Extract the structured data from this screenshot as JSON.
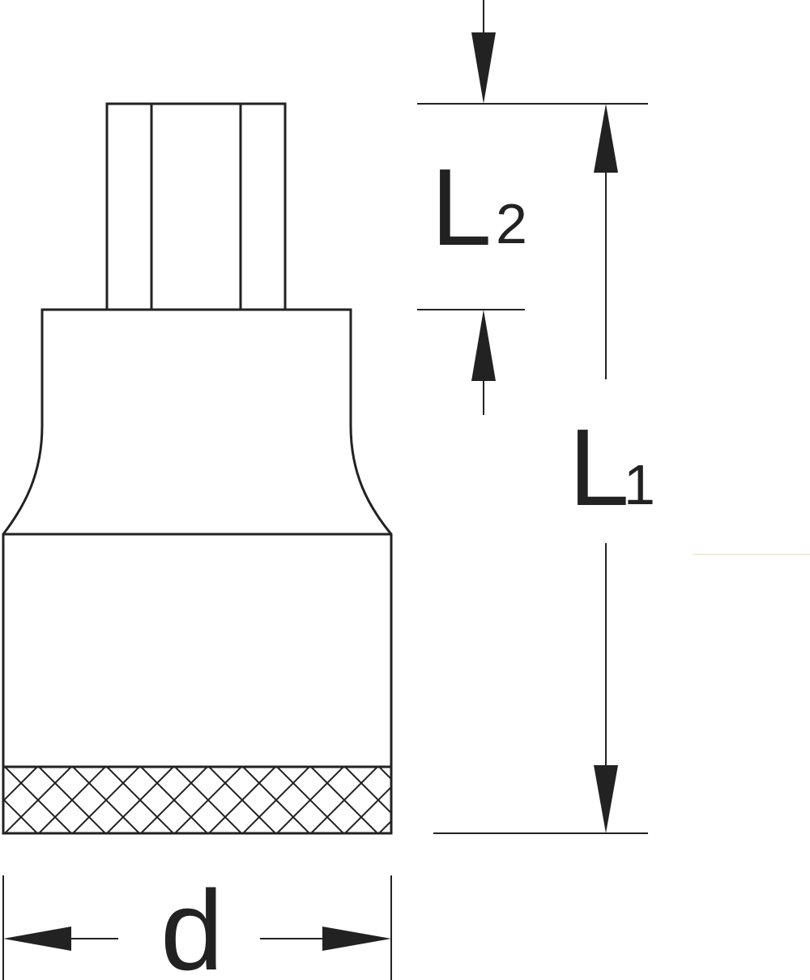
{
  "labels": {
    "L2_main": "L",
    "L2_sub": "2",
    "L1_main": "L",
    "L1_sub": "1",
    "d": "d"
  },
  "colors": {
    "line": "#222222",
    "background": "#ffffff"
  }
}
